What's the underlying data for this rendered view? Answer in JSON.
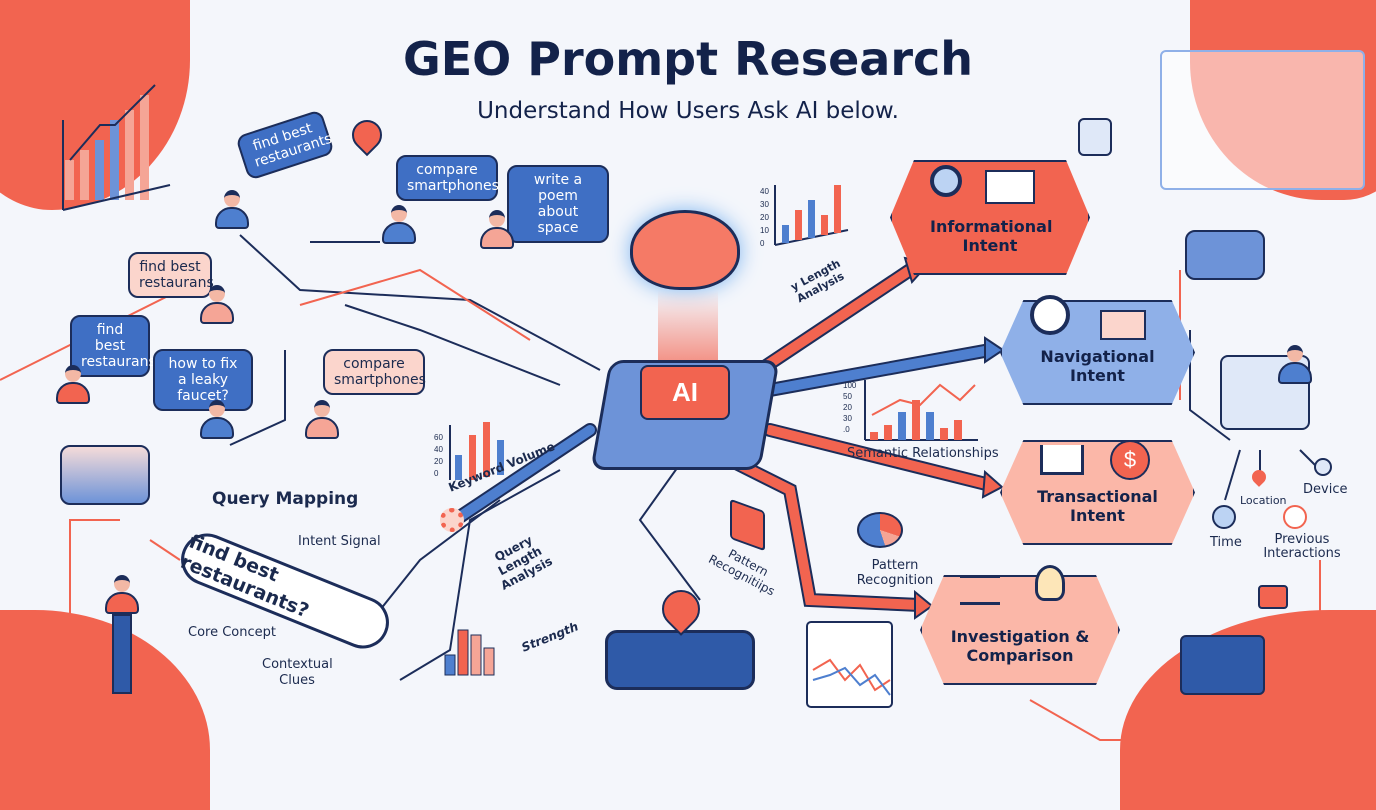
{
  "header": {
    "title": "GEO Prompt Research",
    "subtitle": "Understand How Users Ask AI below."
  },
  "bubbles": [
    {
      "text": "find best restaurants",
      "style": "blue"
    },
    {
      "text": "compare smartphones",
      "style": "blue"
    },
    {
      "text": "write a poem about space",
      "style": "blue"
    },
    {
      "text": "find best restaurans",
      "style": "pink"
    },
    {
      "text": "find best restaurans",
      "style": "blue"
    },
    {
      "text": "how to fix a leaky faucet?",
      "style": "blue"
    },
    {
      "text": "compare smartphones",
      "style": "pink"
    }
  ],
  "ai_chip": {
    "label": "AI"
  },
  "analysis_labels": {
    "length_top": "y Length Analysis",
    "keyword_volume": "Keyword Volume",
    "semantic": "Semantic Relationships",
    "query_length": "Query Length Analysis",
    "strength": "Strength",
    "pattern_folder": "Pattern Recognitiips",
    "pattern_pie": "Pattern Recognition"
  },
  "ticks": {
    "top_chart": [
      "40",
      "30",
      "20",
      "10",
      "0"
    ],
    "keyword": [
      "60",
      "40",
      "20",
      "0"
    ],
    "semantic": [
      "100",
      "50",
      "20",
      "30",
      ".0"
    ]
  },
  "intents": [
    {
      "label": "Informational Intent"
    },
    {
      "label": "Navigational Intent"
    },
    {
      "label": "Transactional Intent"
    },
    {
      "label": "Investigation & Comparison"
    }
  ],
  "context": {
    "location": "Location",
    "device": "Device",
    "time": "Time",
    "previous": "Previous Interactions"
  },
  "query_mapping": {
    "title": "Query Mapping",
    "query": "find best restaurants?",
    "intent_signal": "Intent Signal",
    "core_concept": "Core Concept",
    "contextual_clues": "Contextual Clues"
  },
  "colors": {
    "accent": "#f26450",
    "blue": "#3f6fc4",
    "navy": "#13224a",
    "bg": "#f4f6fb"
  }
}
